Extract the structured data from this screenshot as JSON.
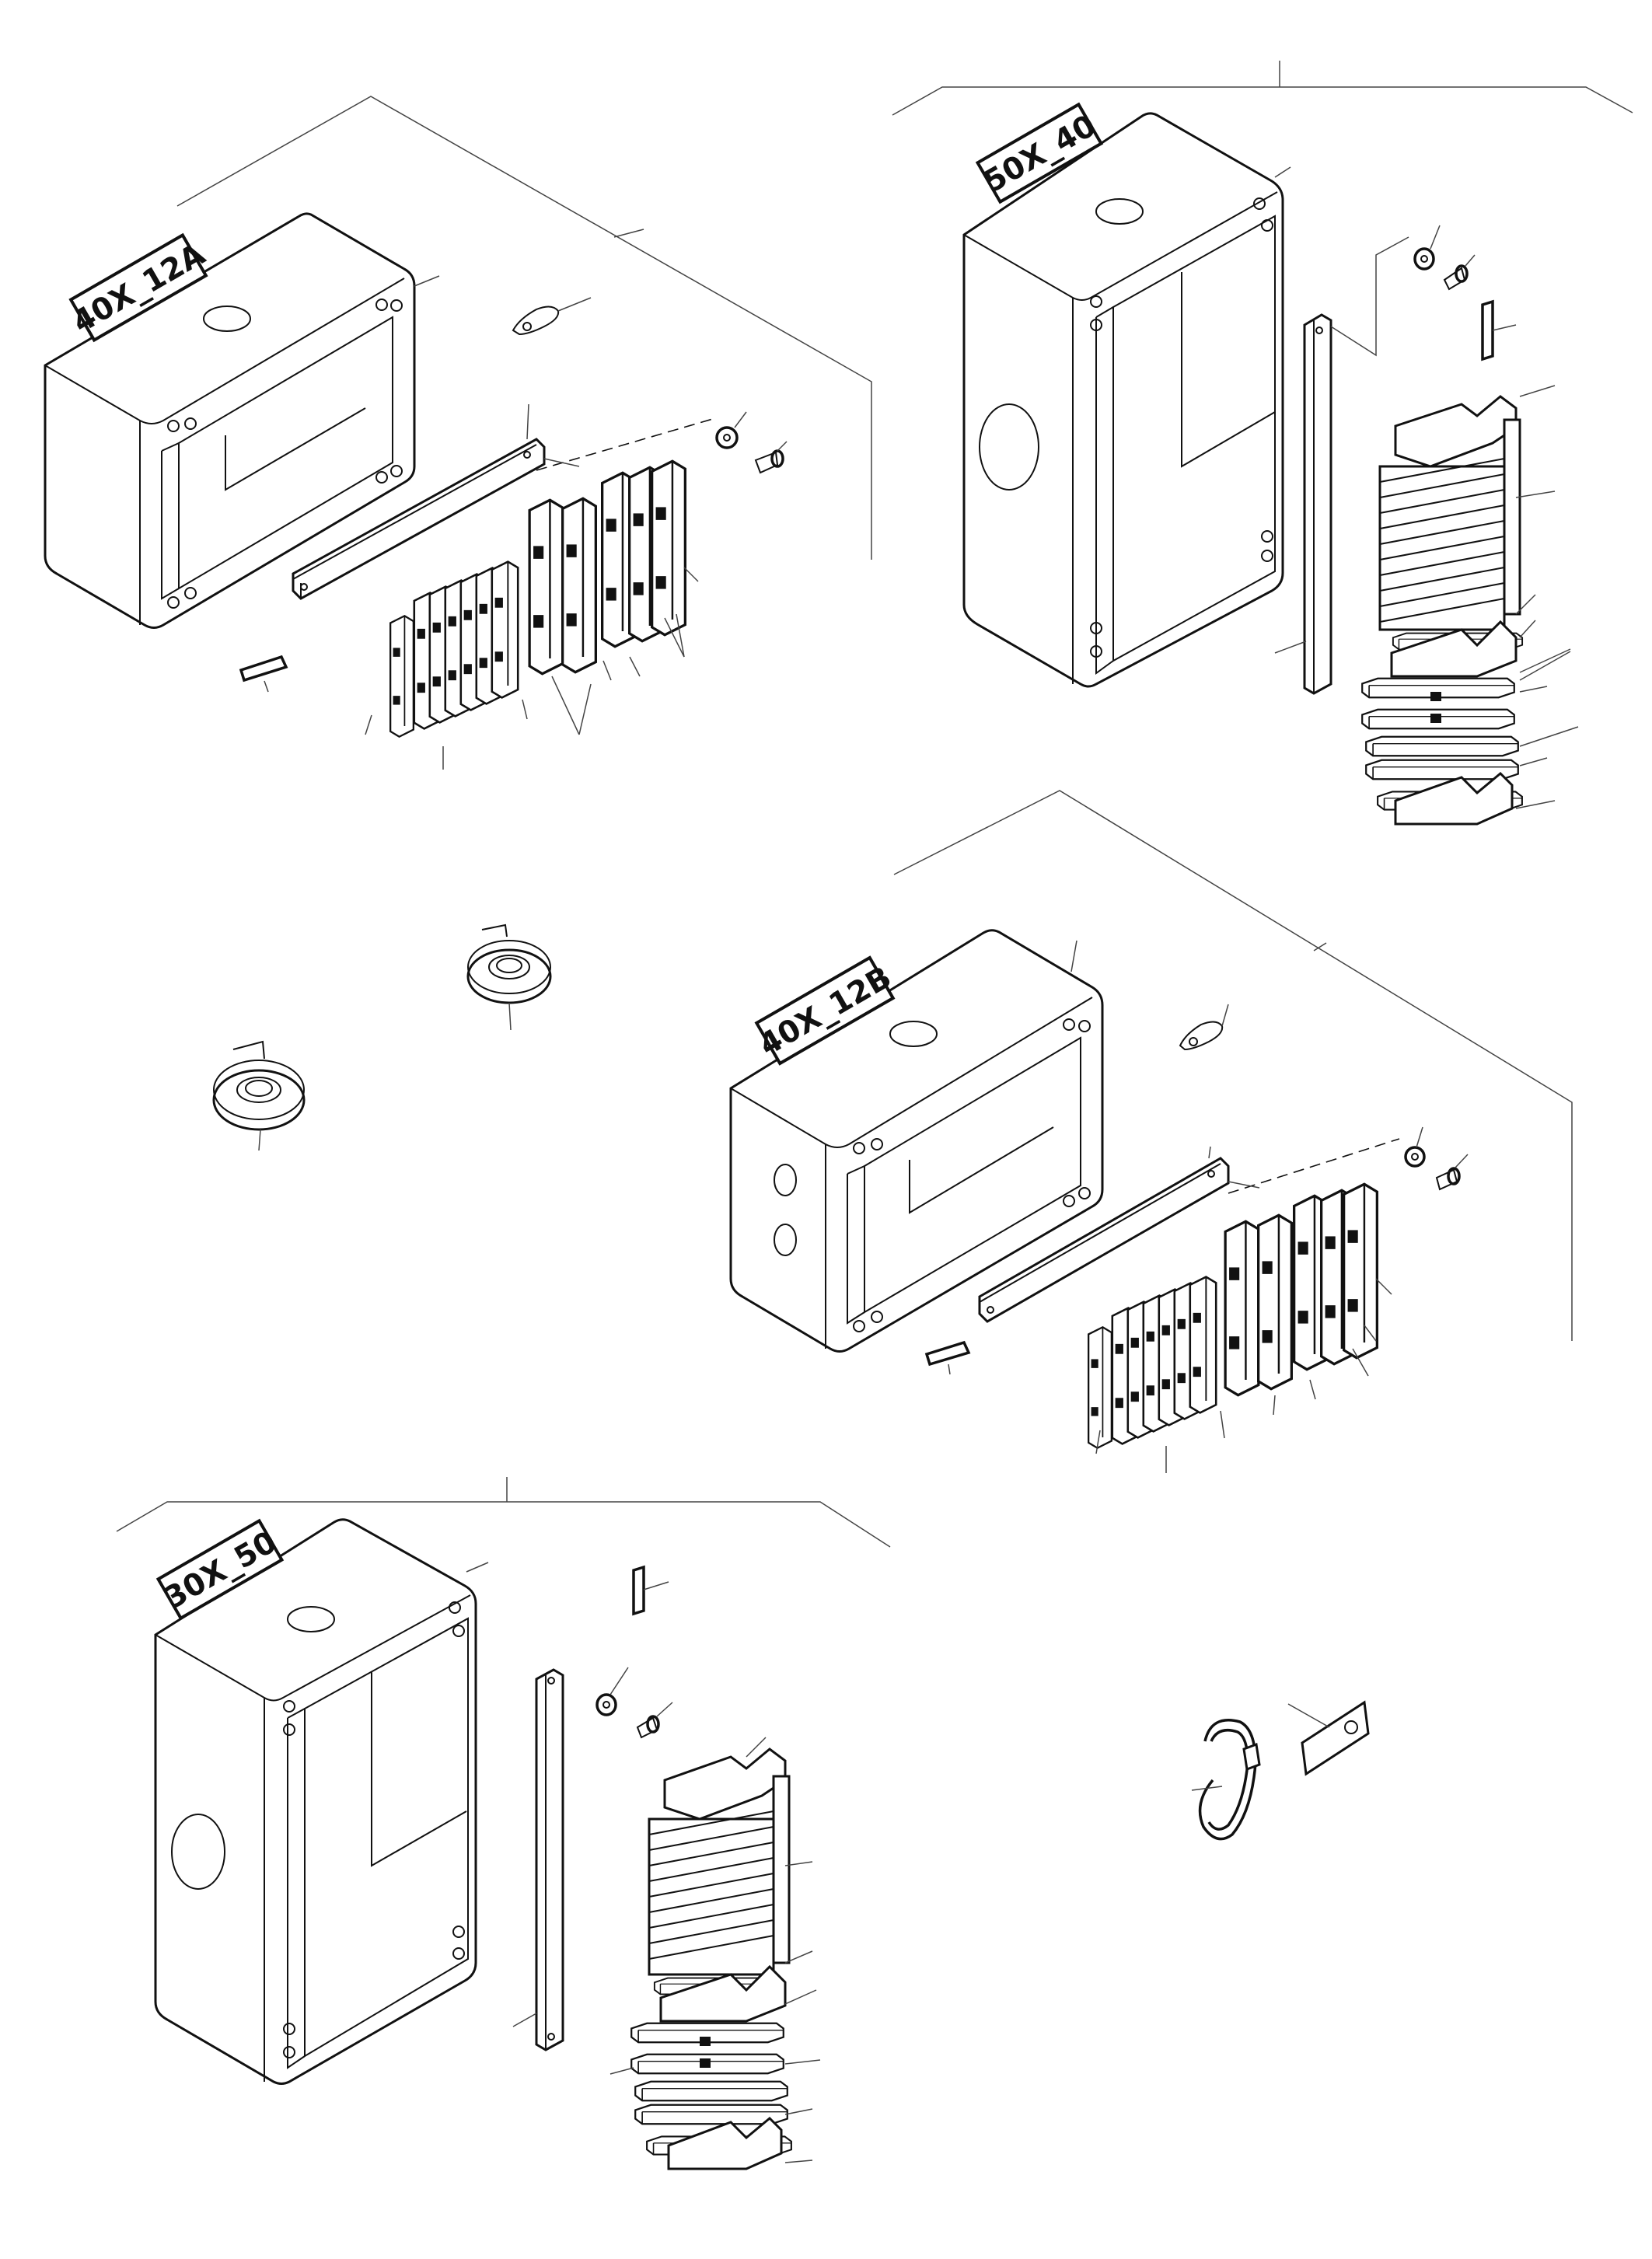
{
  "labels": {
    "box_a": "40X_12A",
    "box_b": "50X_40",
    "box_c": "40X_12B",
    "box_d": "30X_50"
  }
}
